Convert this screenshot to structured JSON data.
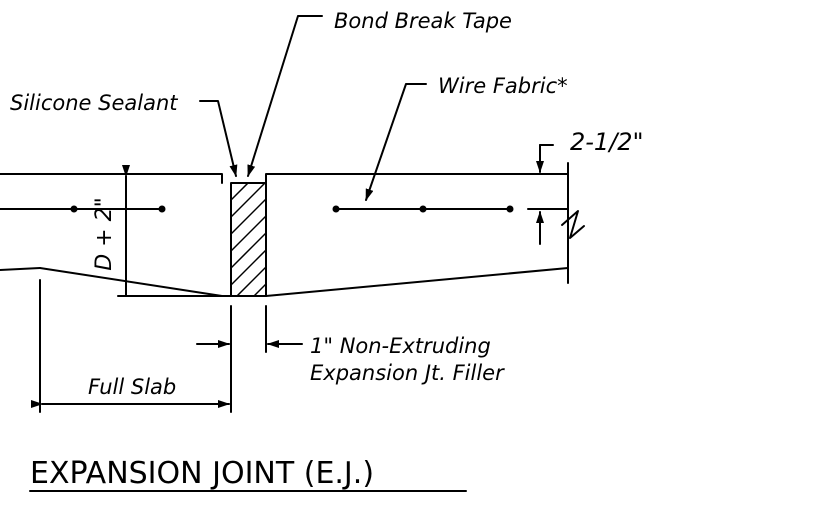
{
  "title": "EXPANSION JOINT (E.J.)",
  "labels": {
    "bond_break_tape": "Bond Break Tape",
    "silicone_sealant": "Silicone Sealant",
    "wire_fabric": "Wire Fabric*",
    "cover_dim": "2-1/2\"",
    "depth_dim": "D + 2\"",
    "filler_line1": "1\" Non-Extruding",
    "filler_line2": "Expansion Jt. Filler",
    "full_slab": "Full Slab"
  }
}
